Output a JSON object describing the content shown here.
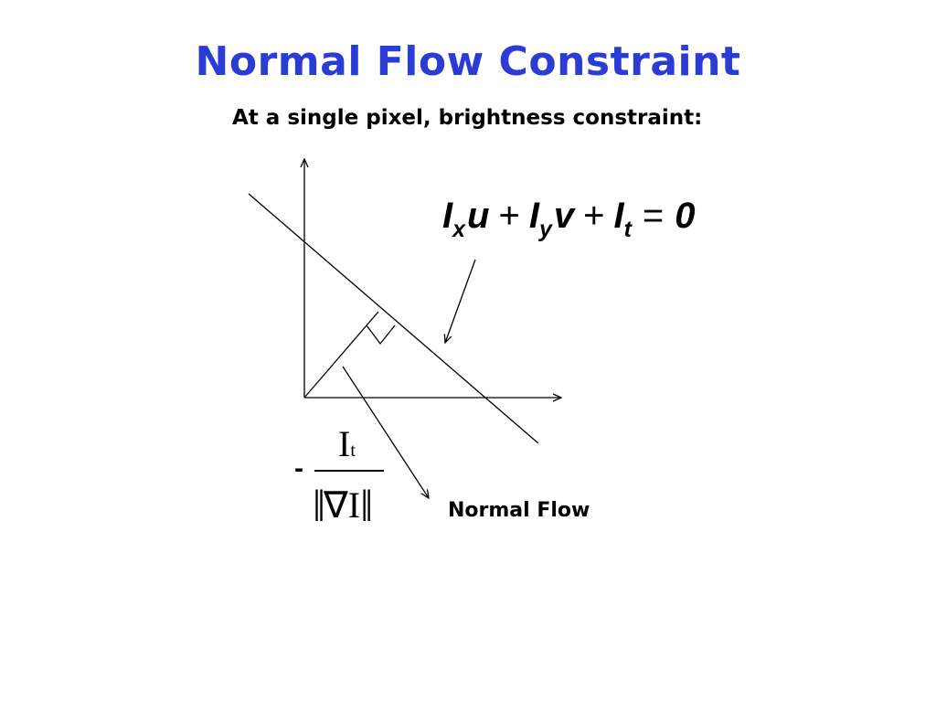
{
  "slide": {
    "title": "Normal Flow Constraint",
    "subtitle": "At a single pixel, brightness constraint:",
    "equation": {
      "I1": "I",
      "x": "x",
      "u": "u",
      "plus1": "+",
      "I2": "I",
      "y": "y",
      "v": "v",
      "plus2": "+",
      "I3": "I",
      "t": "t",
      "eq": "=",
      "zero": "0"
    },
    "fraction": {
      "minus": "-",
      "numer_I": "I",
      "numer_t": "t",
      "denom": "∇I",
      "bars_left": "‖",
      "bars_right": "‖"
    },
    "normal_flow_label": "Normal Flow"
  }
}
